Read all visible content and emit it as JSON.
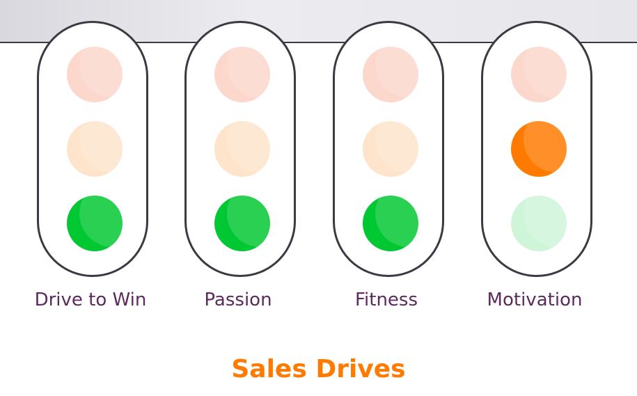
{
  "title": "Sales Drives",
  "drives": [
    {
      "label": "Drive to Win",
      "active_light": "green"
    },
    {
      "label": "Passion",
      "active_light": "green"
    },
    {
      "label": "Fitness",
      "active_light": "green"
    },
    {
      "label": "Motivation",
      "active_light": "amber"
    }
  ],
  "colors": {
    "title": "#ff7a00",
    "labels": "#5c2a5e",
    "green_on": "#00c832",
    "amber_on": "#ff7a00",
    "red_off": "#fcd7cc",
    "amber_off": "#fde4cb",
    "green_off": "#cff5d9",
    "outline": "#3a3a44"
  }
}
